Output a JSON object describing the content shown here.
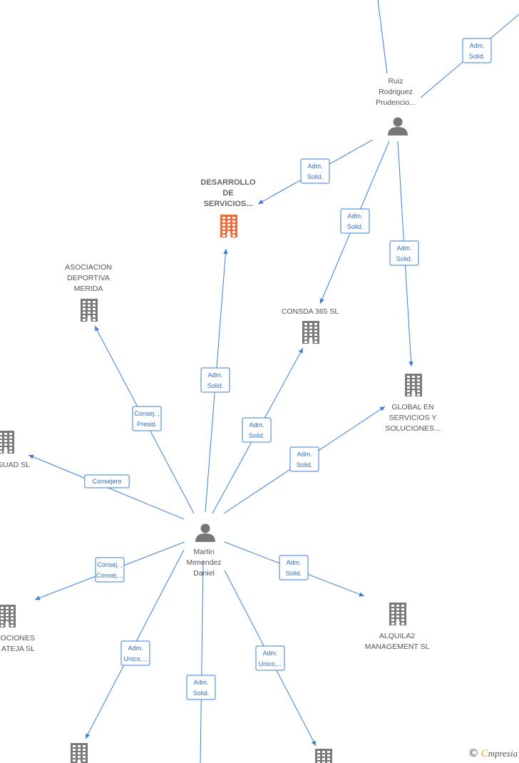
{
  "nodes": [
    {
      "id": "ruiz",
      "kind": "person",
      "lines": [
        "Ruiz",
        "Rodriguez",
        "Prudencio..."
      ]
    },
    {
      "id": "martin",
      "kind": "person",
      "lines": [
        "Martin",
        "Menendez",
        "Daniel"
      ]
    },
    {
      "id": "desarrollo",
      "kind": "company",
      "highlight": true,
      "lines": [
        "DESARROLLO",
        "DE",
        "SERVICIOS..."
      ]
    },
    {
      "id": "asociacion",
      "kind": "company",
      "lines": [
        "ASOCIACION",
        "DEPORTIVA",
        "MERIDA"
      ]
    },
    {
      "id": "consda",
      "kind": "company",
      "lines": [
        "CONSDA 365  SL"
      ]
    },
    {
      "id": "global",
      "kind": "company",
      "lines": [
        "GLOBAL EN",
        "SERVICIOS Y",
        "SOLUCIONES..."
      ]
    },
    {
      "id": "guad",
      "kind": "company",
      "lines": [
        "GUAD SL"
      ]
    },
    {
      "id": "promociones",
      "kind": "company",
      "lines": [
        "OCIONES",
        "ATEJA SL"
      ]
    },
    {
      "id": "alquila2",
      "kind": "company",
      "lines": [
        "ALQUILA2",
        "MANAGEMENT SL"
      ]
    },
    {
      "id": "bottom_left",
      "kind": "company",
      "lines": []
    },
    {
      "id": "bottom_right",
      "kind": "company",
      "lines": []
    }
  ],
  "edges": [
    {
      "id": "e-ruiz-top",
      "from": "ruiz",
      "to": "top",
      "lines": []
    },
    {
      "id": "e-ruiz-topright",
      "from": "ruiz",
      "to": "top-right",
      "lines": [
        "Adm.",
        "Solid."
      ]
    },
    {
      "id": "e-ruiz-desarrollo",
      "from": "ruiz",
      "to": "desarrollo",
      "lines": [
        "Adm.",
        "Solid."
      ]
    },
    {
      "id": "e-ruiz-consda",
      "from": "ruiz",
      "to": "consda",
      "lines": [
        "Adm.",
        "Solid."
      ]
    },
    {
      "id": "e-ruiz-global",
      "from": "ruiz",
      "to": "global",
      "lines": [
        "Adm.",
        "Solid."
      ]
    },
    {
      "id": "e-martin-desarrollo",
      "from": "martin",
      "to": "desarrollo",
      "lines": [
        "Adm.",
        "Solid."
      ]
    },
    {
      "id": "e-martin-asociacion",
      "from": "martin",
      "to": "asociacion",
      "lines": [
        "Consej. ,",
        "Presid."
      ]
    },
    {
      "id": "e-martin-consda",
      "from": "martin",
      "to": "consda",
      "lines": [
        "Adm.",
        "Solid."
      ]
    },
    {
      "id": "e-martin-global",
      "from": "martin",
      "to": "global",
      "lines": [
        "Adm.",
        "Solid."
      ]
    },
    {
      "id": "e-martin-guad",
      "from": "martin",
      "to": "guad",
      "lines": [
        "Consejero"
      ]
    },
    {
      "id": "e-martin-promociones",
      "from": "martin",
      "to": "promociones",
      "lines": [
        "Consej. ,",
        "Consej...."
      ]
    },
    {
      "id": "e-martin-alquila2",
      "from": "martin",
      "to": "alquila2",
      "lines": [
        "Adm.",
        "Solid."
      ]
    },
    {
      "id": "e-martin-bottomleft",
      "from": "martin",
      "to": "bottom_left",
      "lines": [
        "Adm.",
        "Unico,..."
      ]
    },
    {
      "id": "e-martin-bottom",
      "from": "martin",
      "to": "bottom",
      "lines": [
        "Adm.",
        "Solid."
      ]
    },
    {
      "id": "e-martin-bottomright",
      "from": "martin",
      "to": "bottom_right",
      "lines": [
        "Adm.",
        "Unico,..."
      ]
    }
  ],
  "brand": {
    "copyright": "©",
    "first": "C",
    "rest": "mpresia"
  },
  "colors": {
    "edge": "#3a7fd6",
    "company": "#7a7a7a",
    "highlight": "#f26a3a",
    "person": "#777777"
  }
}
